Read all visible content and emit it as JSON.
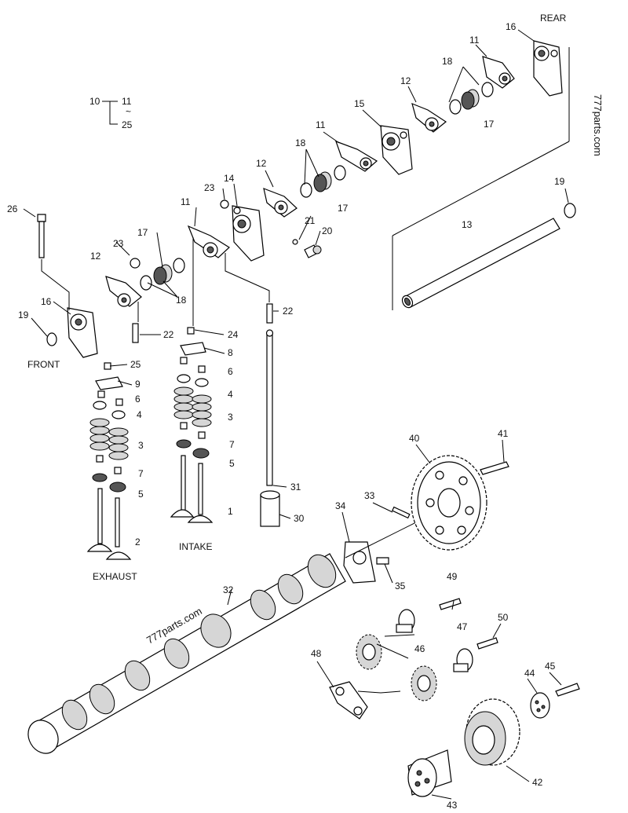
{
  "labels": {
    "rear": "REAR",
    "front": "FRONT",
    "intake": "INTAKE",
    "exhaust": "EXHAUST",
    "range_start": "10",
    "range_from": "11",
    "range_sep": "~",
    "range_to": "25"
  },
  "watermark": "777parts.com",
  "callouts": [
    {
      "id": "c1",
      "text": "1"
    },
    {
      "id": "c2",
      "text": "2"
    },
    {
      "id": "c3a",
      "text": "3"
    },
    {
      "id": "c3b",
      "text": "3"
    },
    {
      "id": "c4a",
      "text": "4"
    },
    {
      "id": "c4b",
      "text": "4"
    },
    {
      "id": "c5a",
      "text": "5"
    },
    {
      "id": "c5b",
      "text": "5"
    },
    {
      "id": "c6a",
      "text": "6"
    },
    {
      "id": "c6b",
      "text": "6"
    },
    {
      "id": "c7a",
      "text": "7"
    },
    {
      "id": "c7b",
      "text": "7"
    },
    {
      "id": "c8",
      "text": "8"
    },
    {
      "id": "c9",
      "text": "9"
    },
    {
      "id": "c11a",
      "text": "11"
    },
    {
      "id": "c11b",
      "text": "11"
    },
    {
      "id": "c11c",
      "text": "11"
    },
    {
      "id": "c12a",
      "text": "12"
    },
    {
      "id": "c12b",
      "text": "12"
    },
    {
      "id": "c12c",
      "text": "12"
    },
    {
      "id": "c13",
      "text": "13"
    },
    {
      "id": "c14",
      "text": "14"
    },
    {
      "id": "c15",
      "text": "15"
    },
    {
      "id": "c16a",
      "text": "16"
    },
    {
      "id": "c16b",
      "text": "16"
    },
    {
      "id": "c17a",
      "text": "17"
    },
    {
      "id": "c17b",
      "text": "17"
    },
    {
      "id": "c17c",
      "text": "17"
    },
    {
      "id": "c18a",
      "text": "18"
    },
    {
      "id": "c18b",
      "text": "18"
    },
    {
      "id": "c18c",
      "text": "18"
    },
    {
      "id": "c19a",
      "text": "19"
    },
    {
      "id": "c19b",
      "text": "19"
    },
    {
      "id": "c20",
      "text": "20"
    },
    {
      "id": "c21",
      "text": "21"
    },
    {
      "id": "c22a",
      "text": "22"
    },
    {
      "id": "c22b",
      "text": "22"
    },
    {
      "id": "c23a",
      "text": "23"
    },
    {
      "id": "c23b",
      "text": "23"
    },
    {
      "id": "c24",
      "text": "24"
    },
    {
      "id": "c25",
      "text": "25"
    },
    {
      "id": "c26",
      "text": "26"
    },
    {
      "id": "c30",
      "text": "30"
    },
    {
      "id": "c31",
      "text": "31"
    },
    {
      "id": "c32",
      "text": "32"
    },
    {
      "id": "c33",
      "text": "33"
    },
    {
      "id": "c34",
      "text": "34"
    },
    {
      "id": "c35",
      "text": "35"
    },
    {
      "id": "c40",
      "text": "40"
    },
    {
      "id": "c41",
      "text": "41"
    },
    {
      "id": "c42",
      "text": "42"
    },
    {
      "id": "c43",
      "text": "43"
    },
    {
      "id": "c44",
      "text": "44"
    },
    {
      "id": "c45",
      "text": "45"
    },
    {
      "id": "c46",
      "text": "46"
    },
    {
      "id": "c47",
      "text": "47"
    },
    {
      "id": "c48",
      "text": "48"
    },
    {
      "id": "c49",
      "text": "49"
    },
    {
      "id": "c50",
      "text": "50"
    }
  ]
}
